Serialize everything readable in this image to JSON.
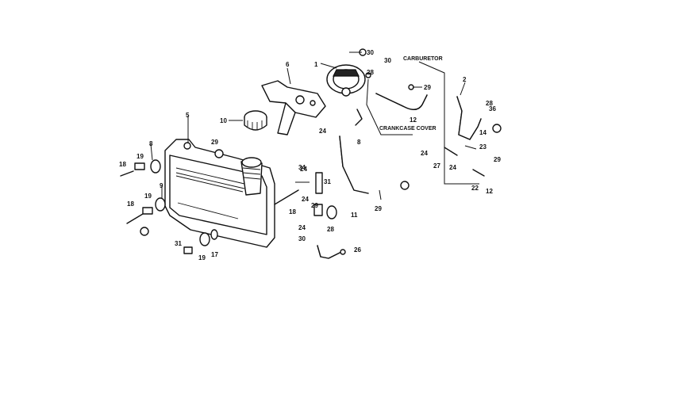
{
  "labels": {
    "carburetor": "CARBURETOR",
    "crankcase_cover": "CRANKCASE COVER"
  },
  "callouts": {
    "n1": "1",
    "n2": "2",
    "n5": "5",
    "n6": "6",
    "n8": "8",
    "n9": "9",
    "n10": "10",
    "n11": "11",
    "n12a": "12",
    "n12b": "12",
    "n14": "14",
    "n17": "17",
    "n18a": "18",
    "n18b": "18",
    "n18c": "18",
    "n19a": "19",
    "n19b": "19",
    "n19c": "19",
    "n22": "22",
    "n23": "23",
    "n24a": "24",
    "n24b": "24",
    "n24c": "24",
    "n24d": "24",
    "n24e": "24",
    "n24f": "24",
    "n26": "26",
    "n27": "27",
    "n28a": "28",
    "n28b": "28",
    "n28c": "28",
    "n29a": "29",
    "n29b": "29",
    "n29c": "29",
    "n29d": "29",
    "n29e": "29",
    "n30a": "30",
    "n30b": "30",
    "n30c": "30",
    "n31a": "31",
    "n31b": "31",
    "n34": "34",
    "n36": "36",
    "n8b": "8"
  }
}
